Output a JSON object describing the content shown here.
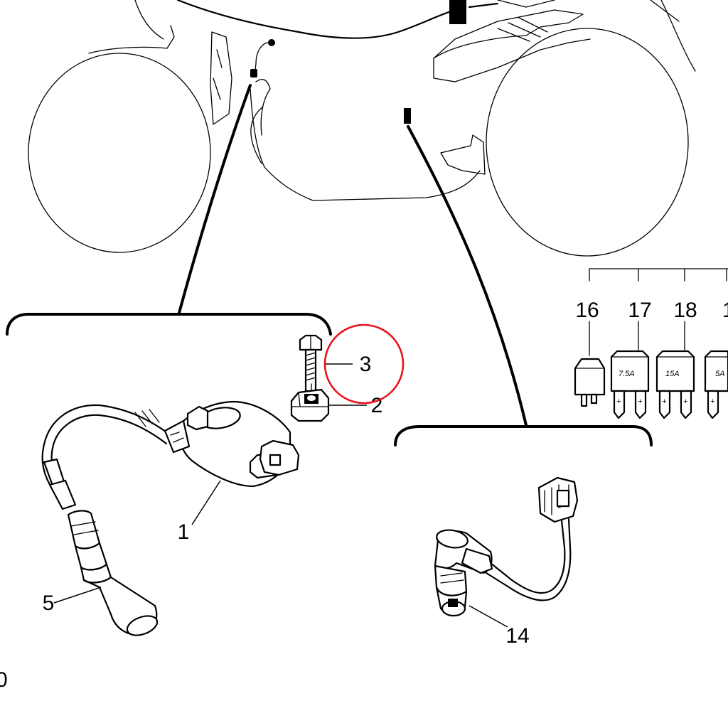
{
  "diagram": {
    "callouts": {
      "part_1": "1",
      "part_2": "2",
      "part_3": "3",
      "part_5": "5",
      "part_14": "14",
      "part_16": "16",
      "part_17": "17",
      "part_18": "18",
      "part_19_partial": "1",
      "edge_fragment": "0"
    },
    "fuse_ratings": {
      "fuse_17": "7.5A",
      "fuse_18": "15A",
      "fuse_19_partial": "5A"
    },
    "highlight": {
      "target": "3",
      "color": "#e8141c"
    }
  }
}
